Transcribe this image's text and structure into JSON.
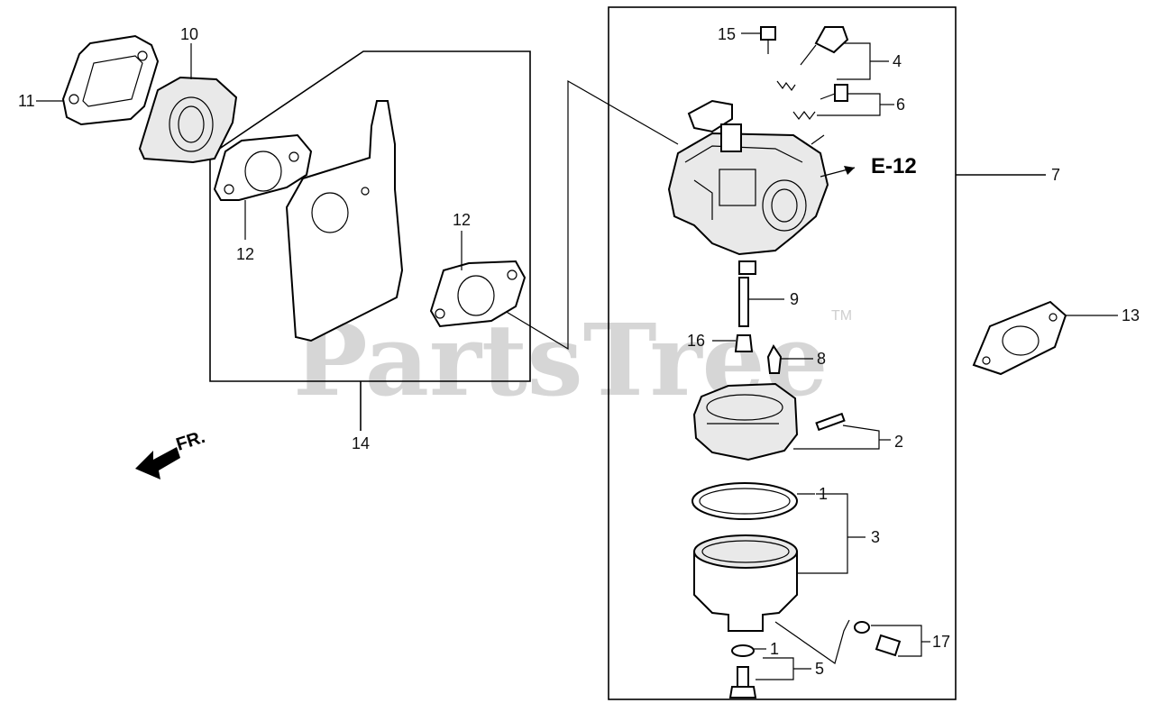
{
  "watermark": {
    "text": "PartsTree",
    "trademark": "TM"
  },
  "reference_tag": "E-12",
  "front_indicator": "FR.",
  "callouts": {
    "c1a": "1",
    "c1b": "1",
    "c2": "2",
    "c3": "3",
    "c4": "4",
    "c5": "5",
    "c6": "6",
    "c7": "7",
    "c8": "8",
    "c9": "9",
    "c10": "10",
    "c11": "11",
    "c12a": "12",
    "c12b": "12",
    "c13": "13",
    "c14": "14",
    "c15": "15",
    "c16": "16",
    "c17": "17"
  }
}
